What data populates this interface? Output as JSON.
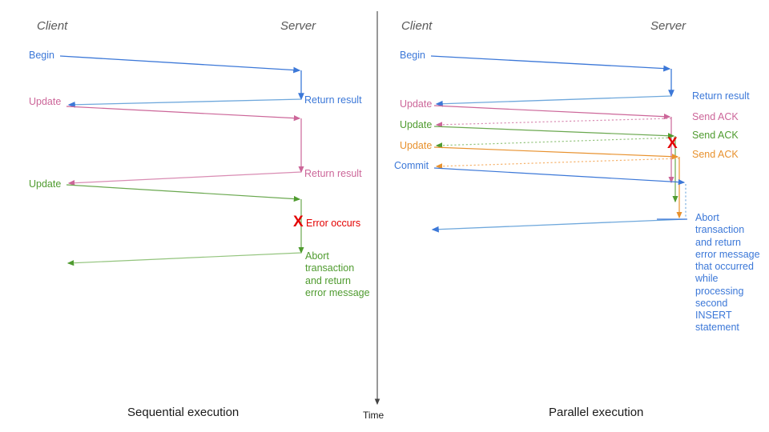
{
  "diagram": {
    "title_left": "Sequential execution",
    "title_right": "Parallel execution",
    "time_axis_label": "Time",
    "colors": {
      "blue": "#3c78d8",
      "blue_light": "#6fa8dc",
      "pink": "#cc6699",
      "pink_light": "#d98cb3",
      "green": "#4f9b2f",
      "green_light": "#93c47d",
      "orange": "#e8912d",
      "orange_light": "#f6b26b",
      "red": "#e30000",
      "header_gray": "#595959",
      "caption_black": "#1a1a1a"
    }
  },
  "left_panel": {
    "name": "Sequential execution",
    "header_client": "Client",
    "header_server": "Server",
    "caption": "Sequential execution",
    "messages": [
      {
        "id": "l-begin",
        "label": "Begin",
        "color": "blue",
        "side": "client"
      },
      {
        "id": "l-return-1",
        "label": "Return result",
        "color": "blue",
        "side": "server"
      },
      {
        "id": "l-update-1",
        "label": "Update",
        "color": "pink",
        "side": "client"
      },
      {
        "id": "l-return-2",
        "label": "Return result",
        "color": "pink",
        "side": "server"
      },
      {
        "id": "l-update-2",
        "label": "Update",
        "color": "green",
        "side": "client"
      },
      {
        "id": "l-error",
        "label": "Error occurs",
        "color": "red",
        "side": "server"
      },
      {
        "id": "l-abort",
        "label": "Abort\ntransaction\nand return\nerror message",
        "color": "green",
        "side": "server"
      }
    ],
    "error_marker": "X"
  },
  "right_panel": {
    "name": "Parallel execution",
    "header_client": "Client",
    "header_server": "Server",
    "caption": "Parallel execution",
    "messages": [
      {
        "id": "r-begin",
        "label": "Begin",
        "color": "blue",
        "side": "client"
      },
      {
        "id": "r-return",
        "label": "Return result",
        "color": "blue",
        "side": "server"
      },
      {
        "id": "r-update-1",
        "label": "Update",
        "color": "pink",
        "side": "client"
      },
      {
        "id": "r-ack-1",
        "label": "Send ACK",
        "color": "pink",
        "side": "server"
      },
      {
        "id": "r-update-2",
        "label": "Update",
        "color": "green",
        "side": "client"
      },
      {
        "id": "r-ack-2",
        "label": "Send ACK",
        "color": "green",
        "side": "server"
      },
      {
        "id": "r-update-3",
        "label": "Update",
        "color": "orange",
        "side": "client"
      },
      {
        "id": "r-ack-3",
        "label": "Send ACK",
        "color": "orange",
        "side": "server"
      },
      {
        "id": "r-commit",
        "label": "Commit",
        "color": "blue",
        "side": "client"
      },
      {
        "id": "r-abort",
        "label": "Abort\ntransaction\nand return\nerror message\nthat occurred\nwhile\nprocessing\nsecond\nINSERT\nstatement",
        "color": "blue",
        "side": "server"
      }
    ],
    "error_marker": "X"
  }
}
